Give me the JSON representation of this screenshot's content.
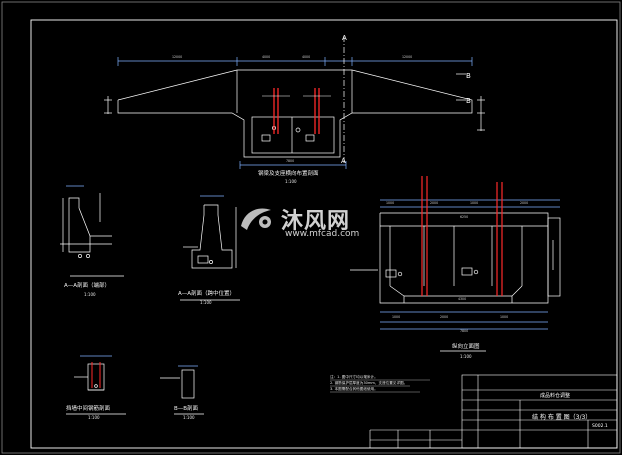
{
  "drawing": {
    "views": {
      "top_section_title": "钢梁及支座横向布置剖面",
      "top_section_scale": "1:100",
      "section_aa_left_title": "A—A剖面（端部）",
      "section_aa_left_scale": "1:100",
      "section_aa_mid_title": "A—A剖面（跨中位置）",
      "section_aa_mid_scale": "1:100",
      "right_elevation_title": "纵向立面图",
      "right_elevation_scale": "1:100",
      "small_left_title": "挡墙中间钢筋剖面",
      "small_left_scale": "1:100",
      "section_bb_title": "B—B剖面",
      "section_bb_scale": "1:100"
    },
    "section_markers": {
      "a_top": "A",
      "a_bottom": "A",
      "b_top": "B",
      "b_bottom": "B"
    },
    "dimensions": {
      "top_left": "12000",
      "top_mid_left": "4000",
      "top_mid_right": "4000",
      "top_right": "12000",
      "top_bottom": "7800",
      "right_top_a": "1000",
      "right_top_b": "2000",
      "right_top_c": "1000",
      "right_top_d": "2000",
      "right_width": "6250",
      "right_bottom_inner": "4300",
      "right_bottom_a": "1000",
      "right_bottom_b": "2000",
      "right_bottom_c": "1000",
      "right_total": "7800"
    },
    "notes": [
      "注：1. 图中尺寸均以毫米计。",
      "2. 钢筋保护层厚度为30mm，支座位置见详图。",
      "3. 本图需配合其他图纸使用。"
    ]
  },
  "title_block": {
    "project": "成品料仓调整",
    "drawing_name": "结 构 布 置 图（3/3）",
    "drawing_no": "S002.1"
  },
  "watermark": {
    "brand": "沐风网",
    "url": "www.mfcad.com"
  },
  "colors": {
    "background": "#000000",
    "line": "#ffffff",
    "rebar": "#ff2a2a",
    "watermark": "#ffffff"
  }
}
